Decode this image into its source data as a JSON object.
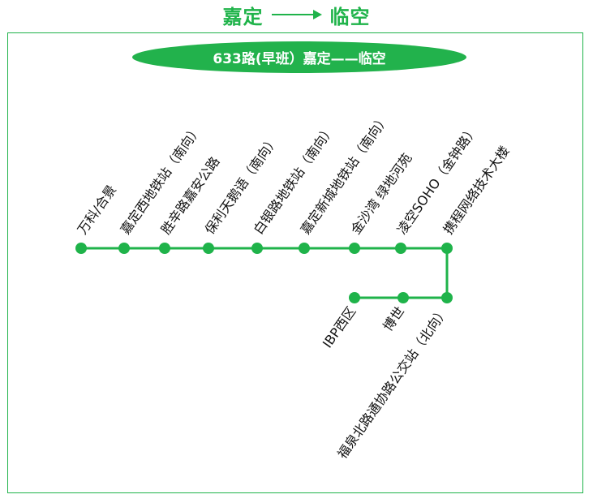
{
  "header": {
    "origin": "嘉定",
    "destination": "临空"
  },
  "route": {
    "title": "633路(早班）嘉定——临空",
    "color": "#1fb34a",
    "main_stops": [
      "万科/合景",
      "嘉定西地铁站（南向）",
      "胜辛路嘉安公路",
      "保利天鹅语（南向）",
      "白银路地铁站（南向）",
      "嘉定新城地铁站（南向）",
      "金沙湾 绿地河苑",
      "凌空SOHO（金钟路）",
      "携程网络技术大楼"
    ],
    "branch_stops": [
      "福泉北路通协路公交站（北向）",
      "IBP西区",
      "博世"
    ]
  }
}
